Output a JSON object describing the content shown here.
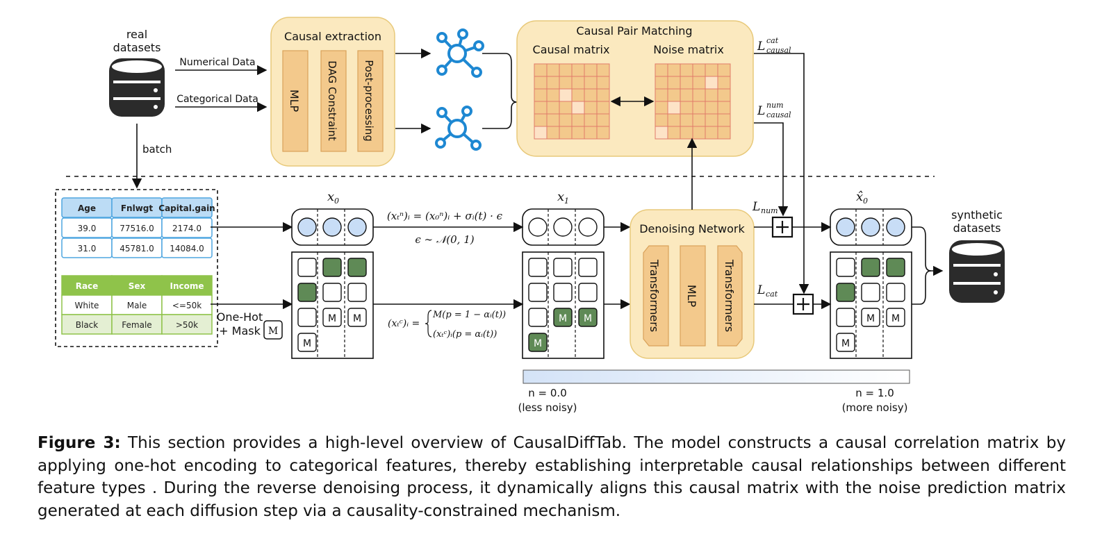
{
  "labels": {
    "real_datasets": [
      "real",
      "datasets"
    ],
    "numerical_data": "Numerical Data",
    "categorical_data": "Categorical Data",
    "batch": "batch",
    "causal_extraction": "Causal extraction",
    "mlp": "MLP",
    "dag_constraint": "DAG Constraint",
    "post_processing": "Post-processing",
    "causal_pair_matching": "Causal Pair Matching",
    "causal_matrix": "Causal matrix",
    "noise_matrix": "Noise matrix",
    "denoising_network": "Denoising Network",
    "transformers": "Transformers",
    "synthetic_datasets": [
      "synthetic",
      "datasets"
    ],
    "one_hot": "One-Hot",
    "plus_mask": "+ Mask",
    "mask_token": "M",
    "x0": "x",
    "x0_sub": "0",
    "x1": "x",
    "x1_sub": "1",
    "xhat0": "x̂",
    "xhat0_sub": "0",
    "formula_numeric": "(xₜⁿ)ᵢ = (x₀ⁿ)ᵢ + σᵢ(t) · ϵ",
    "formula_eps": "ϵ ∼ 𝒩(0, 1)",
    "formula_cat_lhs": "(xₜᶜ)ᵢ =",
    "formula_cat_top": "M(p = 1 − αᵢ(t))",
    "formula_cat_bottom": "(xₜᶜ)ᵢ(p = αᵢ(t))",
    "l_cat_causal": "L",
    "l_cat_causal_sup": "cat",
    "l_cat_causal_sub": "causal",
    "l_num_causal": "L",
    "l_num_causal_sup": "num",
    "l_num_causal_sub": "causal",
    "l_num": "L",
    "l_num_sub": "num",
    "l_cat": "L",
    "l_cat_sub": "cat",
    "noise_low": "n = 0.0",
    "noise_low_desc": "(less noisy)",
    "noise_high": "n = 1.0",
    "noise_high_desc": "(more noisy)"
  },
  "numeric_table": {
    "headers": [
      "Age",
      "Fnlwgt",
      "Capital.gain"
    ],
    "rows": [
      [
        "39.0",
        "77516.0",
        "2174.0"
      ],
      [
        "31.0",
        "45781.0",
        "14084.0"
      ]
    ]
  },
  "categorical_table": {
    "headers": [
      "Race",
      "Sex",
      "Income"
    ],
    "rows": [
      [
        "White",
        "Male",
        "<=50k"
      ],
      [
        "Black",
        "Female",
        ">50k"
      ]
    ]
  },
  "caption": {
    "label": "Figure 3:",
    "text": " This section provides a high-level overview of CausalDiffTab. The model constructs a causal correlation matrix by applying one-hot encoding to categorical features, thereby establishing interpretable causal relationships between different feature types . During the reverse denoising process, it dynamically aligns this causal matrix with the noise prediction matrix generated at each diffusion step via a causality-constrained mechanism."
  },
  "colors": {
    "panel_fill": "#fbe9bf",
    "panel_stroke": "#e8c97a",
    "block_fill": "#f3c98c",
    "block_stroke": "#d9a25a",
    "grid_line": "#e07a6a",
    "grid_highlight": "#fde3c7",
    "network_blue": "#1e88d2",
    "circle_fill": "#c8ddf6",
    "numeric_header": "#bcdcf5",
    "numeric_stroke": "#4ea6e0",
    "cat_header": "#8fc34a",
    "cat_row": "#e4efd3",
    "cat_filled": "#5f8a56",
    "noise_bar_start": "#d4e3f7"
  }
}
